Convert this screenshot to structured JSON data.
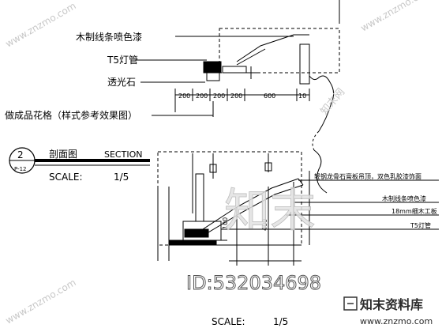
{
  "callouts_top": {
    "wood_strip_paint": "木制线条喷色漆",
    "t5_lamp": "T5灯管",
    "translucent_stone": "透光石",
    "lattice_note": "做成品花格（样式参考效果图）"
  },
  "dimension_top": {
    "segments": [
      "200",
      "200",
      "200",
      "200",
      "600",
      "10"
    ]
  },
  "section_mark": {
    "number": "2",
    "sheet": "P-12",
    "title_cn": "剖面图",
    "title_en": "SECTION",
    "scale_label": "SCALE:",
    "scale_value": "1/5"
  },
  "callouts_bottom": {
    "item1": "轻钢龙骨石膏板吊顶，双色乳胶漆饰面",
    "item2": "木制线条喷色漆",
    "item3": "18mm细木工板",
    "item4": "T5灯管"
  },
  "dimension_bottom": {
    "vertical_1": "100",
    "vertical_2": "400"
  },
  "bottom_scale": {
    "label": "SCALE:",
    "value": "1/5"
  },
  "watermark": {
    "site_top": "www.znzmo.com",
    "site_right": "www.znzmo.com",
    "site_left": "www.znzmo.com",
    "brand_center": "知末",
    "brand_side": "知末网",
    "id_text": "ID:532034698",
    "logo_text": "知末资料库",
    "bottom_url": "www.znzmo.com"
  }
}
